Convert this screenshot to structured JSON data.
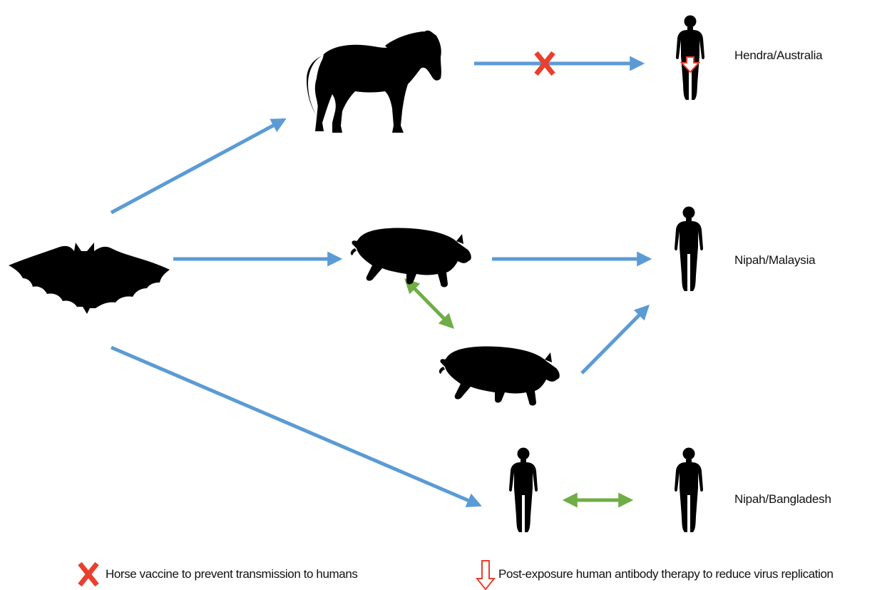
{
  "labels": {
    "hendra": "Hendra/Australia",
    "nipah_malaysia": "Nipah/Malaysia",
    "nipah_bangladesh": "Nipah/Bangladesh"
  },
  "legend": {
    "vaccine": "Horse vaccine to prevent transmission to humans",
    "antibody": "Post-exposure human antibody therapy to reduce virus replication"
  },
  "colors": {
    "blue_arrow": "#5b9bd5",
    "green_arrow": "#70ad47",
    "red_marker": "#e8402d",
    "silhouette": "#000000"
  },
  "icons": [
    "bat-icon",
    "horse-icon",
    "pig-icon",
    "human-icon",
    "red-x-icon",
    "down-arrow-outline-icon"
  ]
}
